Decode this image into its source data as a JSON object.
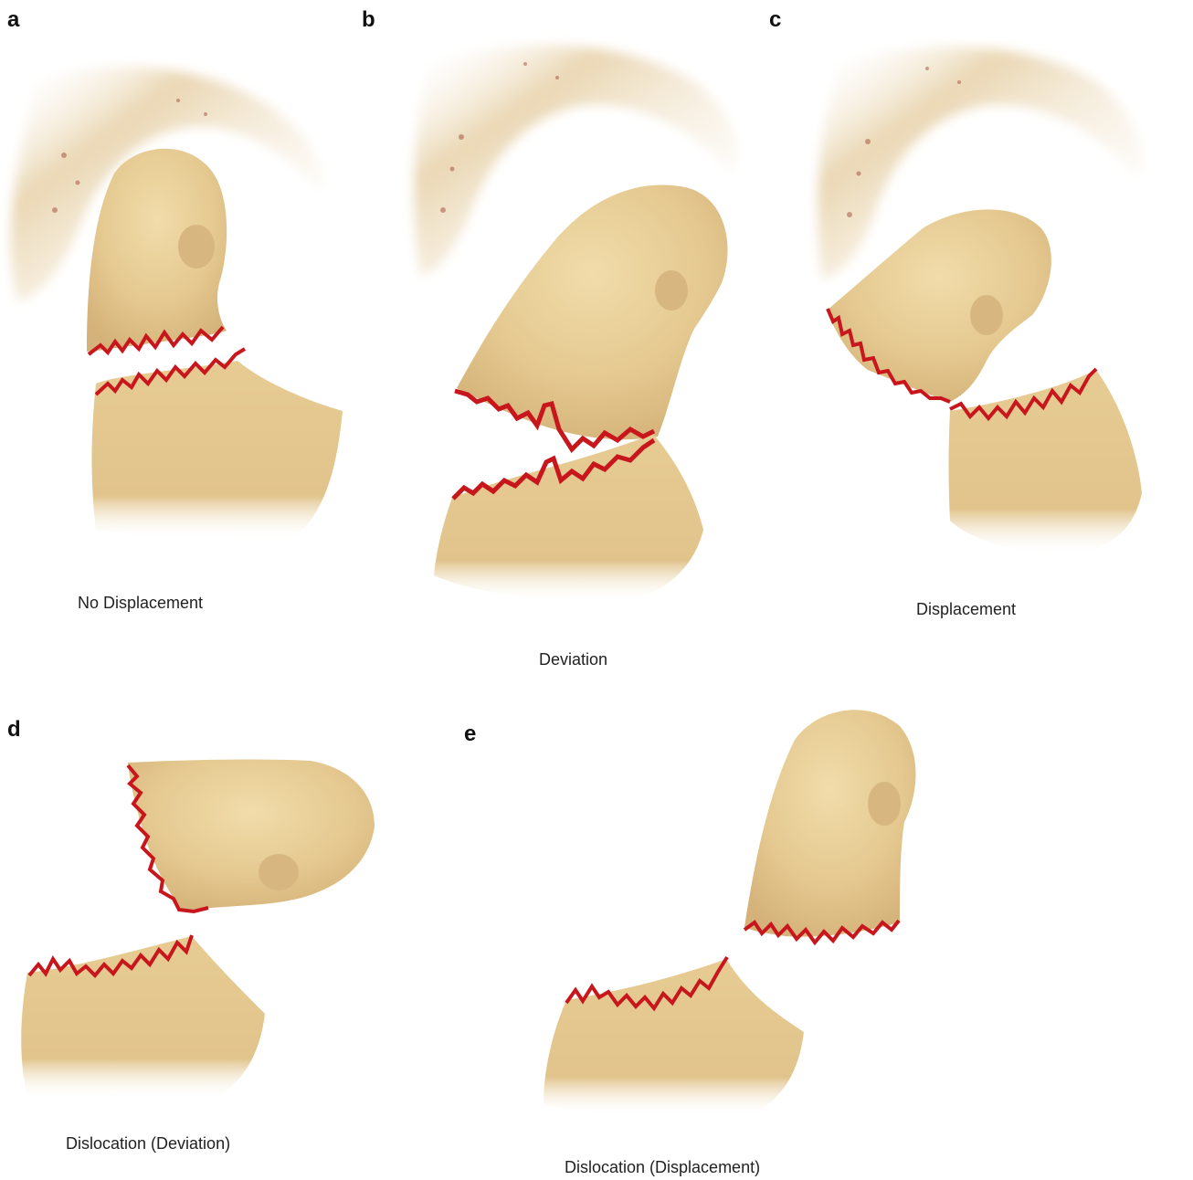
{
  "panels": {
    "a": {
      "letter": "a",
      "caption": "No Displacement"
    },
    "b": {
      "letter": "b",
      "caption": "Deviation"
    },
    "c": {
      "letter": "c",
      "caption": "Displacement"
    },
    "d": {
      "letter": "d",
      "caption": "Dislocation (Deviation)"
    },
    "e": {
      "letter": "e",
      "caption": "Dislocation (Displacement)"
    }
  },
  "colors": {
    "bone": "#e8cf9c",
    "bone_dark": "#c9a56a",
    "fossa": "#e9d6b4",
    "fracture_line": "#c8161d",
    "spots": "#9a3a2a"
  }
}
